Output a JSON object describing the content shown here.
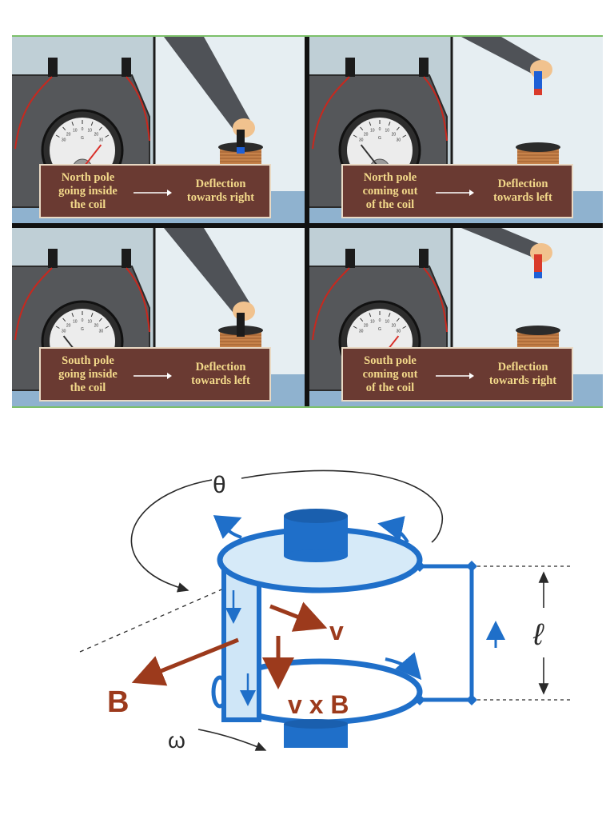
{
  "experiment_panels": [
    {
      "pole_text": "North pole going inside the coil",
      "pole_lines": [
        "North pole",
        "going inside",
        "the coil"
      ],
      "result_lines": [
        "Deflection",
        "towards right"
      ],
      "needle": "right",
      "magnet": "inserted",
      "magnet_bottom_color": "#1e5fd6",
      "magnet_top_color": "#1b1b1b"
    },
    {
      "pole_lines": [
        "North pole",
        "coming out",
        "of the coil"
      ],
      "result_lines": [
        "Deflection",
        "towards left"
      ],
      "needle": "left",
      "magnet": "raised",
      "magnet_bottom_color": "#d93a2b",
      "magnet_top_color": "#1e5fd6"
    },
    {
      "pole_lines": [
        "South pole",
        "going inside",
        "the coil"
      ],
      "result_lines": [
        "Deflection",
        "towards left"
      ],
      "needle": "left",
      "magnet": "inserted",
      "magnet_bottom_color": "#1b1b1b",
      "magnet_top_color": "#1b1b1b"
    },
    {
      "pole_lines": [
        "South pole",
        "coming out",
        "of the coil"
      ],
      "result_lines": [
        "Deflection",
        "towards right"
      ],
      "needle": "right",
      "magnet": "raised",
      "magnet_bottom_color": "#1e5fd6",
      "magnet_top_color": "#d93a2b"
    }
  ],
  "galvanometer": {
    "scale_labels": [
      "30",
      "20",
      "10",
      "0",
      "10",
      "20",
      "30"
    ],
    "unit_label": "G"
  },
  "generator_diagram": {
    "labels": {
      "theta": "θ",
      "v": "v",
      "v_cross_b": "v x B",
      "b": "B",
      "length": "ℓ",
      "omega": "ω"
    },
    "colors": {
      "cylinder": "#1f6fc9",
      "cylinder_fill": "#cfe6f7",
      "vector": "#9c3a1c",
      "annotation": "#2a2a2a"
    }
  }
}
